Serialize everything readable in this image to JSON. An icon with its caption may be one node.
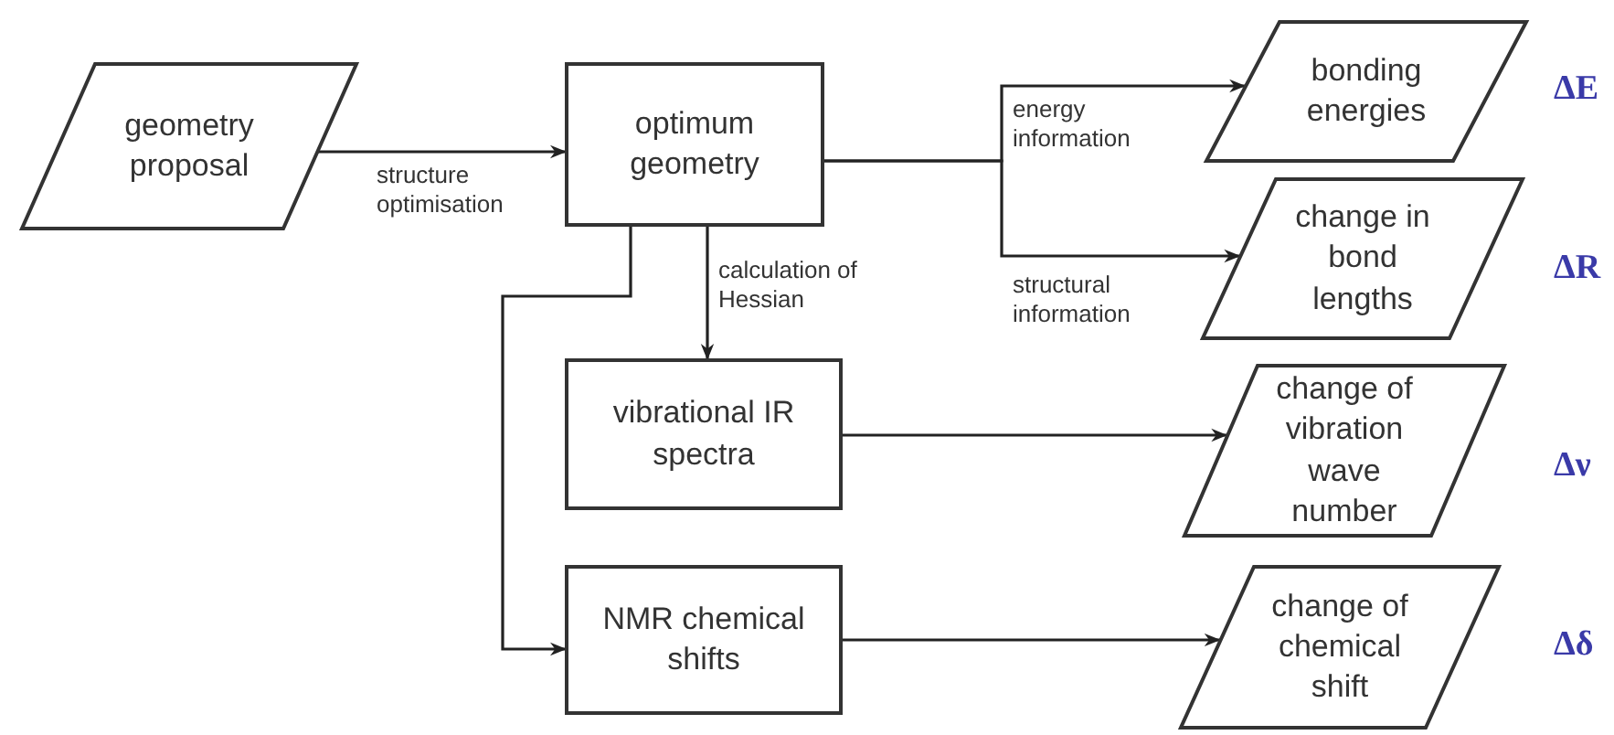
{
  "diagram": {
    "nodes": [
      {
        "text": [
          "geometry proposal"
        ]
      },
      {
        "text": [
          "optimum geometry"
        ]
      },
      {
        "text": [
          "vibrational IR spectra"
        ]
      },
      {
        "text": [
          "NMR chemical shifts"
        ]
      },
      {
        "text": [
          "bonding energies"
        ],
        "beside": [
          "ΔE"
        ]
      },
      {
        "text": [
          "change in bond lengths"
        ],
        "beside": [
          "ΔR"
        ]
      },
      {
        "text": [
          "change of vibration wave number"
        ],
        "beside": [
          "Δν"
        ]
      },
      {
        "text": [
          "change of chemical shift"
        ],
        "beside": [
          "Δδ"
        ]
      }
    ],
    "edges": [
      {
        "from": 0,
        "to": 1,
        "arrow": "to",
        "label": "structure optimisation"
      },
      {
        "from": 1,
        "to": 4,
        "arrow": "to",
        "label": "energy information"
      },
      {
        "from": 1,
        "to": 5,
        "arrow": "to",
        "label": "structural information"
      },
      {
        "from": 1,
        "to": 2,
        "arrow": "to",
        "label": "calculation of Hessian"
      },
      {
        "from": 1,
        "to": 3,
        "arrow": "to"
      },
      {
        "from": 2,
        "to": 6,
        "arrow": "to"
      },
      {
        "from": 3,
        "to": 7,
        "arrow": "to"
      }
    ]
  }
}
